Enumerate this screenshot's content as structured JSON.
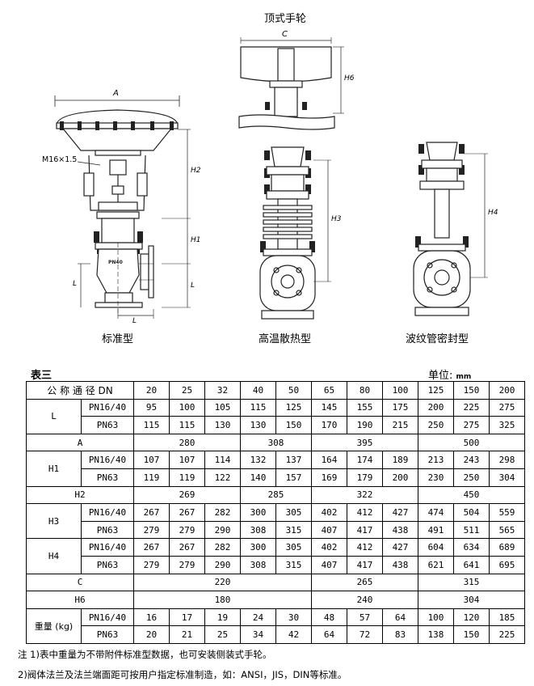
{
  "figure": {
    "handwheel_title": "顶式手轮",
    "callout_thread": "M16×1.5",
    "dims": {
      "A": "A",
      "C": "C",
      "H2": "H2",
      "H1": "H1",
      "L": "L",
      "H6": "H6",
      "H3": "H3",
      "H4": "H4"
    },
    "captions": [
      "标准型",
      "高温散热型",
      "波纹管密封型"
    ],
    "plate": "PN40"
  },
  "table": {
    "title": "表三",
    "unit_label": "单位:",
    "unit_value": "mm",
    "dn_label": "公 称 通 径 DN",
    "dn": [
      "20",
      "25",
      "32",
      "40",
      "50",
      "65",
      "80",
      "100",
      "125",
      "150",
      "200"
    ],
    "L": {
      "label": "L",
      "pn1640": {
        "label": "PN16/40",
        "values": [
          "95",
          "100",
          "105",
          "115",
          "125",
          "145",
          "155",
          "175",
          "200",
          "225",
          "275"
        ]
      },
      "pn63": {
        "label": "PN63",
        "values": [
          "115",
          "115",
          "130",
          "130",
          "150",
          "170",
          "190",
          "215",
          "250",
          "275",
          "325"
        ]
      }
    },
    "A": {
      "label": "A",
      "values": [
        "280",
        "308",
        "395",
        "500"
      ]
    },
    "H1": {
      "label": "H1",
      "pn1640": {
        "label": "PN16/40",
        "values": [
          "107",
          "107",
          "114",
          "132",
          "137",
          "164",
          "174",
          "189",
          "213",
          "243",
          "298"
        ]
      },
      "pn63": {
        "label": "PN63",
        "values": [
          "119",
          "119",
          "122",
          "140",
          "157",
          "169",
          "179",
          "200",
          "230",
          "250",
          "304"
        ]
      }
    },
    "H2": {
      "label": "H2",
      "values": [
        "269",
        "285",
        "322",
        "450"
      ]
    },
    "H3": {
      "label": "H3",
      "pn1640": {
        "label": "PN16/40",
        "values": [
          "267",
          "267",
          "282",
          "300",
          "305",
          "402",
          "412",
          "427",
          "474",
          "504",
          "559"
        ]
      },
      "pn63": {
        "label": "PN63",
        "values": [
          "279",
          "279",
          "290",
          "308",
          "315",
          "407",
          "417",
          "438",
          "491",
          "511",
          "565"
        ]
      }
    },
    "H4": {
      "label": "H4",
      "pn1640": {
        "label": "PN16/40",
        "values": [
          "267",
          "267",
          "282",
          "300",
          "305",
          "402",
          "412",
          "427",
          "604",
          "634",
          "689"
        ]
      },
      "pn63": {
        "label": "PN63",
        "values": [
          "279",
          "279",
          "290",
          "308",
          "315",
          "407",
          "417",
          "438",
          "621",
          "641",
          "695"
        ]
      }
    },
    "C": {
      "label": "C",
      "values": [
        "220",
        "265",
        "315"
      ]
    },
    "H6": {
      "label": "H6",
      "values": [
        "180",
        "240",
        "304"
      ]
    },
    "W": {
      "label": "重量 (kg)",
      "pn1640": {
        "label": "PN16/40",
        "values": [
          "16",
          "17",
          "19",
          "24",
          "30",
          "48",
          "57",
          "64",
          "100",
          "120",
          "185"
        ]
      },
      "pn63": {
        "label": "PN63",
        "values": [
          "20",
          "21",
          "25",
          "34",
          "42",
          "64",
          "72",
          "83",
          "138",
          "150",
          "225"
        ]
      }
    }
  },
  "notes": [
    "注 1)表中重量为不带附件标准型数据，也可安装侧装式手轮。",
    "2)阀体法兰及法兰端面距可按用户指定标准制造，如：ANSI，JIS，DIN等标准。"
  ]
}
